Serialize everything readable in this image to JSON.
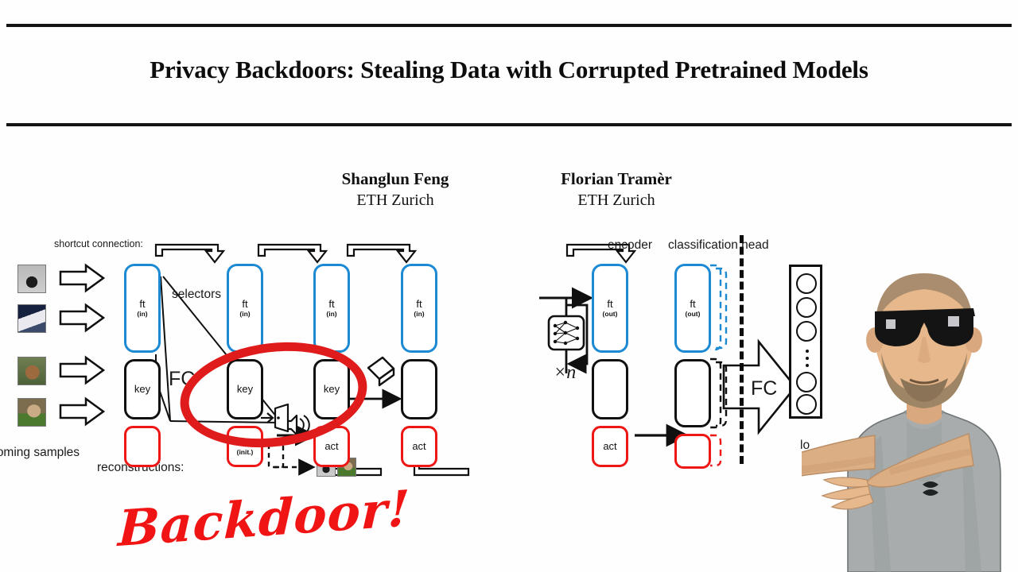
{
  "slide": {
    "title": "Privacy Backdoors: Stealing Data with Corrupted Pretrained Models",
    "background_color": "#ffffff",
    "rule_color": "#131313"
  },
  "authors": [
    {
      "name": "Shanglun Feng",
      "affiliation": "ETH Zurich"
    },
    {
      "name": "Florian Tramèr",
      "affiliation": "ETH Zurich"
    }
  ],
  "figure": {
    "labels": {
      "shortcut": "shortcut connection:",
      "selectors": "selectors",
      "fc_inner": "FC",
      "incoming": "incoming samples",
      "reconstructions": "reconstructions:",
      "repeat": "×n",
      "encoder": "encoder",
      "classification_head": "classification head",
      "fc_arrow": "FC",
      "loss_partial": "lo"
    },
    "block_labels": {
      "ft": "ft",
      "ft_sub_in": "(in)",
      "ft_sub_out": "(out)",
      "key": "key",
      "act": "act",
      "act_sub_init": "(init.)"
    },
    "columns": [
      {
        "ft": "ft",
        "ft_sub": "(in)",
        "key": "key",
        "act": ""
      },
      {
        "ft": "ft",
        "ft_sub": "(in)",
        "key": "key",
        "act": "act",
        "act_sub": "(init.)"
      },
      {
        "ft": "ft",
        "ft_sub": "(in)",
        "key": "key",
        "act": "act"
      },
      {
        "ft": "ft",
        "ft_sub": "(in)",
        "key": "",
        "act": "act"
      },
      {
        "ft": "ft",
        "ft_sub": "(out)",
        "key": "",
        "act": "act"
      },
      {
        "ft": "ft",
        "ft_sub": "(out)",
        "key": "",
        "act": ""
      }
    ],
    "colors": {
      "ft_border": "#1b8ad3",
      "key_border": "#101010",
      "act_border": "#ef1616",
      "annotation_red": "#e01b1b"
    },
    "input_thumbnails": [
      {
        "name": "bird-thumbnail"
      },
      {
        "name": "boat-thumbnail"
      },
      {
        "name": "deer-thumbnail"
      },
      {
        "name": "horse-thumbnail"
      }
    ],
    "reconstruction_thumbnails": [
      {
        "name": "bird-reconstruction-thumbnail"
      },
      {
        "name": "horse-reconstruction-thumbnail"
      }
    ],
    "neuron_count": 5
  },
  "annotation": {
    "backdoor_text": "Backdoor!",
    "backdoor_color": "#f01414"
  }
}
